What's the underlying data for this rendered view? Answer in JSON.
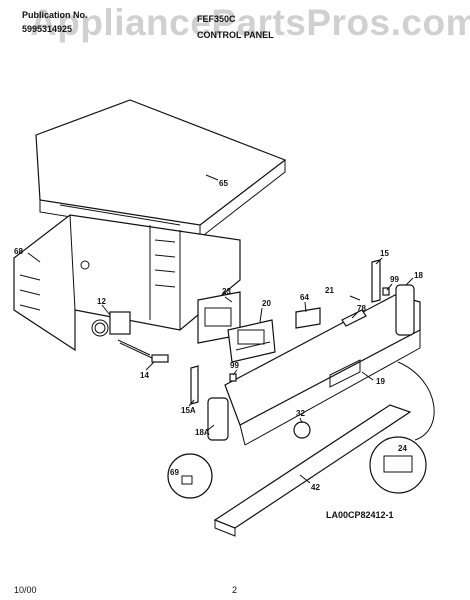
{
  "header": {
    "left_line1": "Publication No.",
    "left_line2": "5995314925",
    "model": "FEF350C",
    "section": "CONTROL PANEL"
  },
  "watermark": "AppliancePartsPros.com",
  "callouts": {
    "p65": "65",
    "p68": "68",
    "p12": "12",
    "p14": "14",
    "p23": "23",
    "p20": "20",
    "p99a": "99",
    "p15a": "15A",
    "p18a": "18A",
    "p64": "64",
    "p21": "21",
    "p78": "78",
    "p15": "15",
    "p99b": "99",
    "p18": "18",
    "p19": "19",
    "p32": "32",
    "p69": "69",
    "p42": "42",
    "p24": "24"
  },
  "diagram_code": "LA00CP82412-1",
  "footer": {
    "date": "10/00",
    "page": "2"
  }
}
